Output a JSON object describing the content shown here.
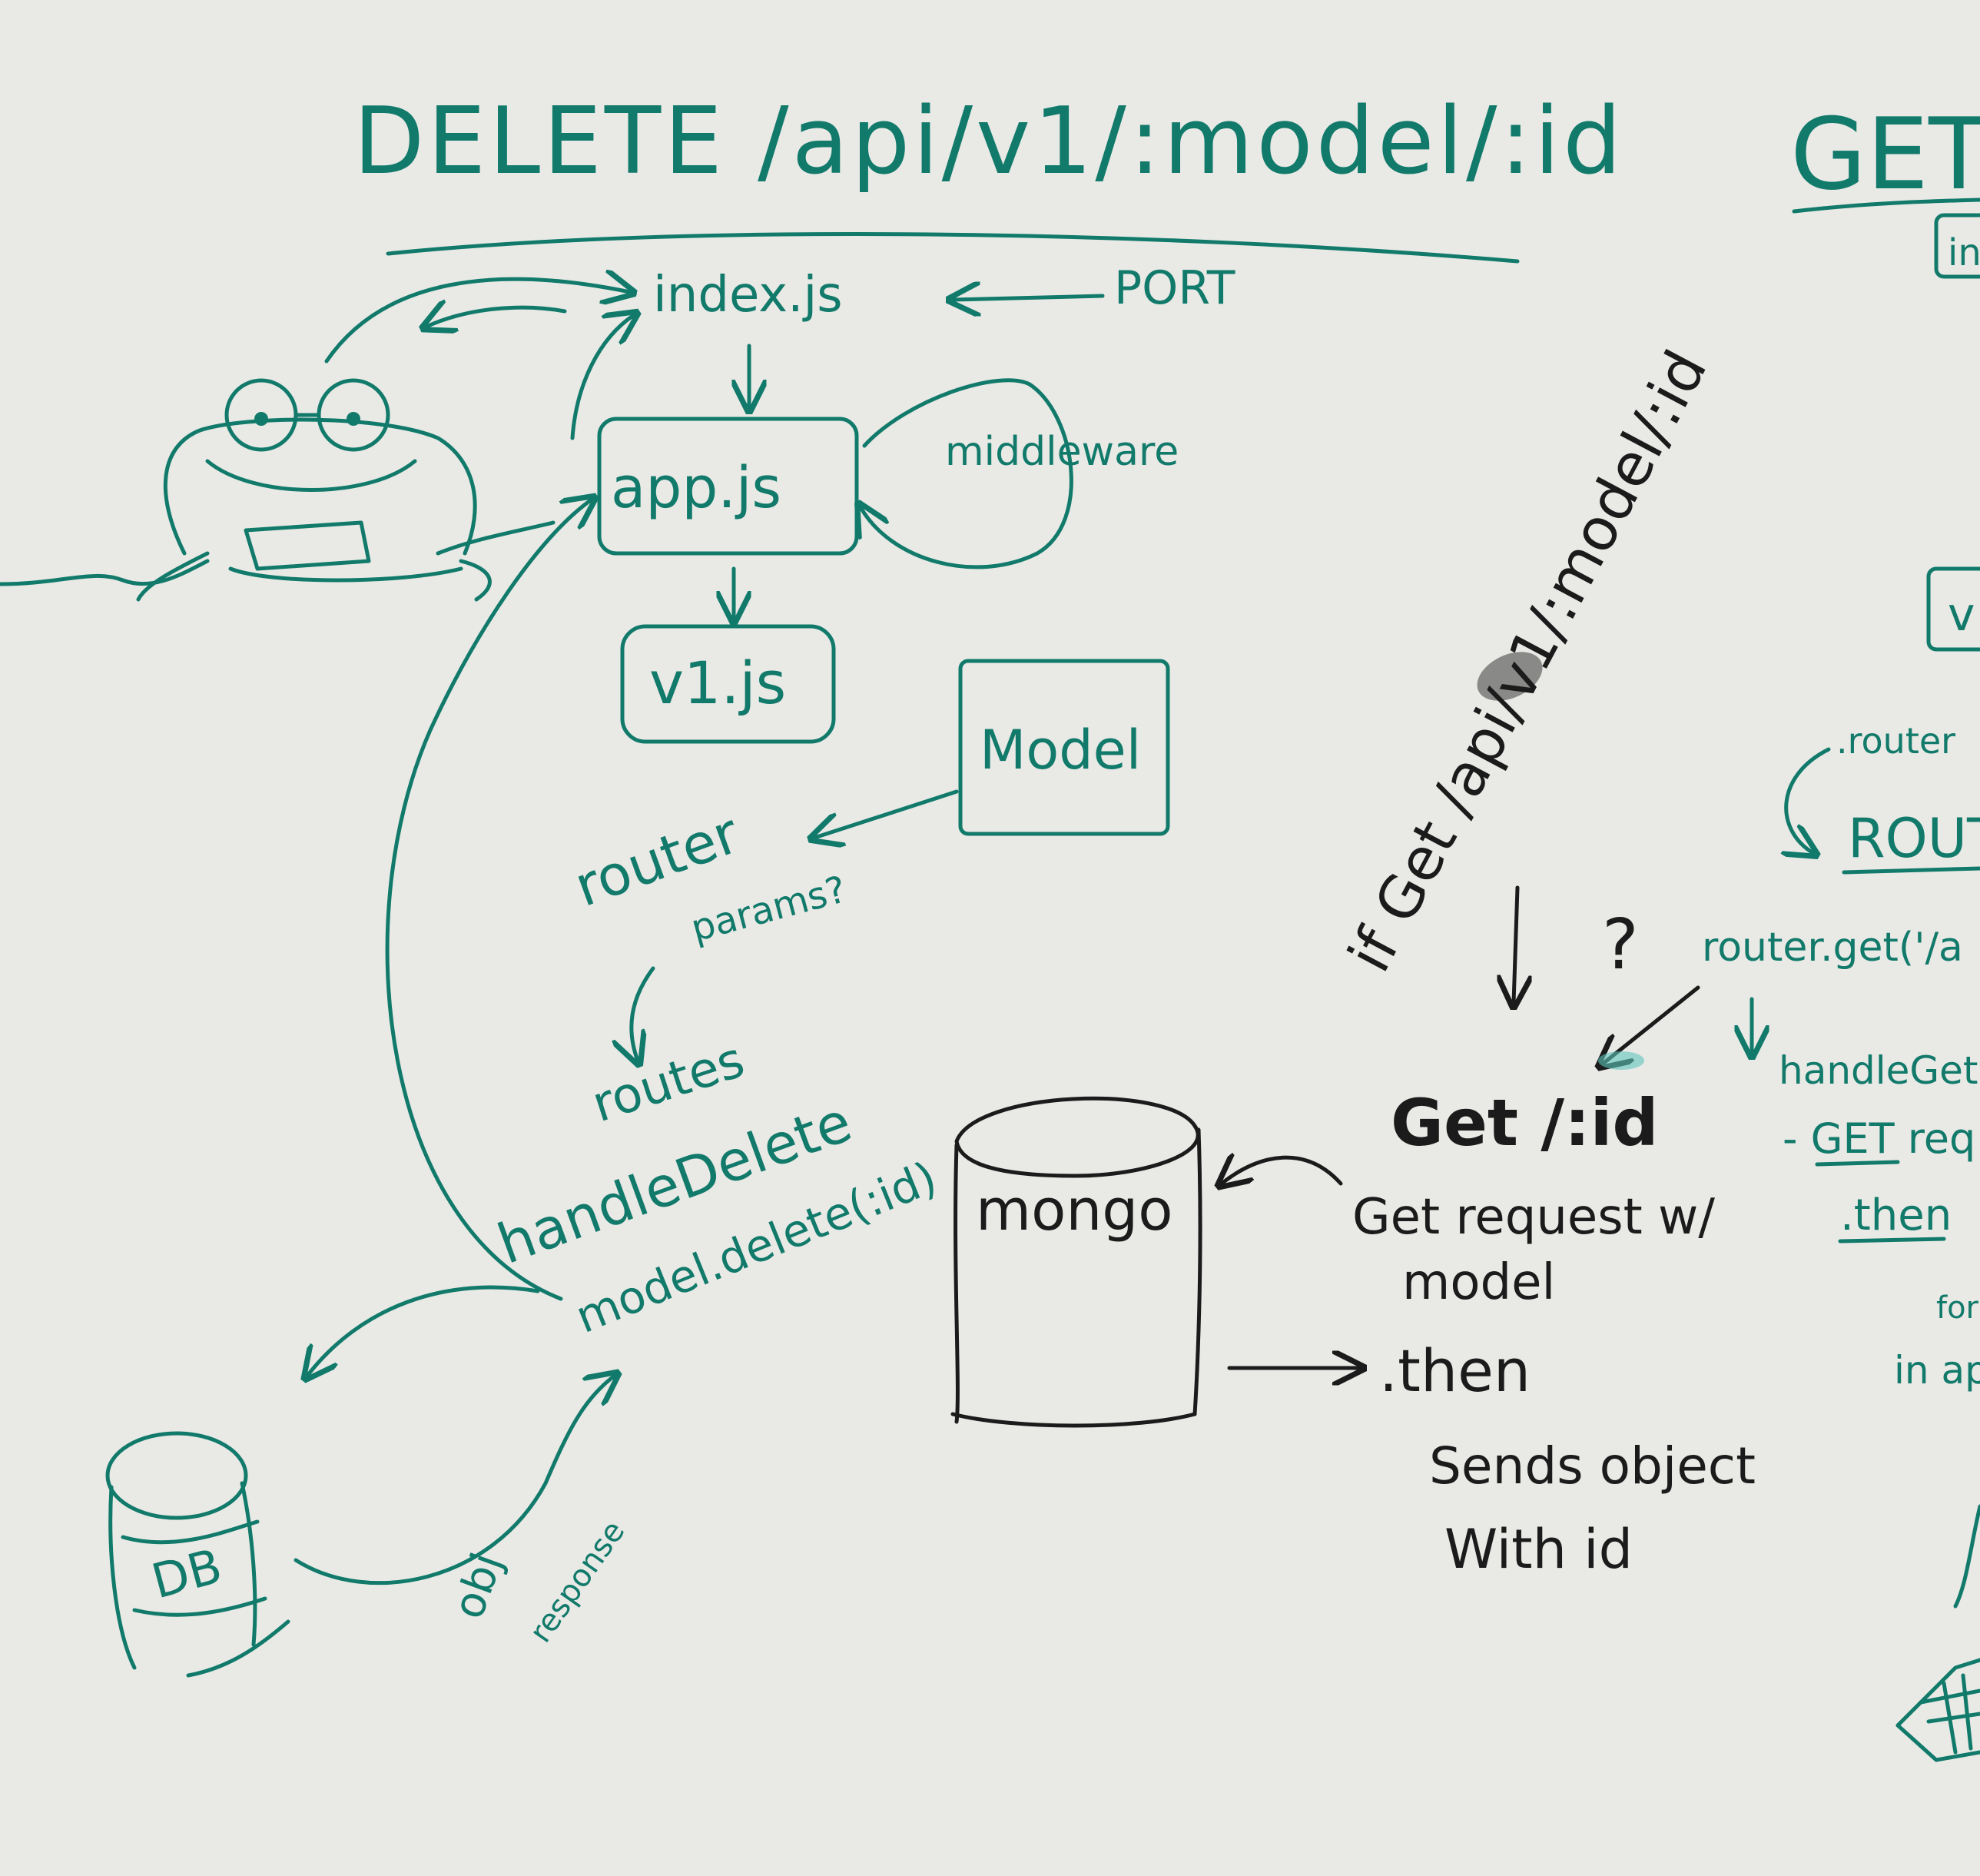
{
  "board": {
    "ink_green": "#117a6a",
    "ink_black": "#1b1b1b",
    "background": "#e9e9e6"
  },
  "left": {
    "title": "DELETE /api/v1/:model/:id",
    "index": "index.js",
    "port": "PORT",
    "app": "app.js",
    "middleware": "middleware",
    "v1": "v1.js",
    "model": "Model",
    "router": "router",
    "params": "params?",
    "routes": "routes",
    "handle_delete": "handleDelete",
    "model_delete": "model.delete(:id)",
    "db": "DB",
    "obj": "obj",
    "response": "response",
    "frog": "frog-with-laptop"
  },
  "middle": {
    "if_get": "if Get /api/v1/:model/:id",
    "question": "?",
    "get_id": "Get /:id",
    "mongo": "mongo",
    "get_request": "Get request w/",
    "get_request_2": "model",
    "then": ".then",
    "sends": "Sends object",
    "with_id": "With id"
  },
  "right": {
    "title": "GET",
    "box_top": "in",
    "box_mid": "v",
    "router_dot": ".router",
    "routes": "ROUT",
    "router_get": "router.get('/a",
    "handle_get": "handleGet",
    "get_req": "- GET req",
    "then": ".then",
    "for": "for",
    "in_ap": "in ap",
    "laptop": "laptop-sketch"
  }
}
